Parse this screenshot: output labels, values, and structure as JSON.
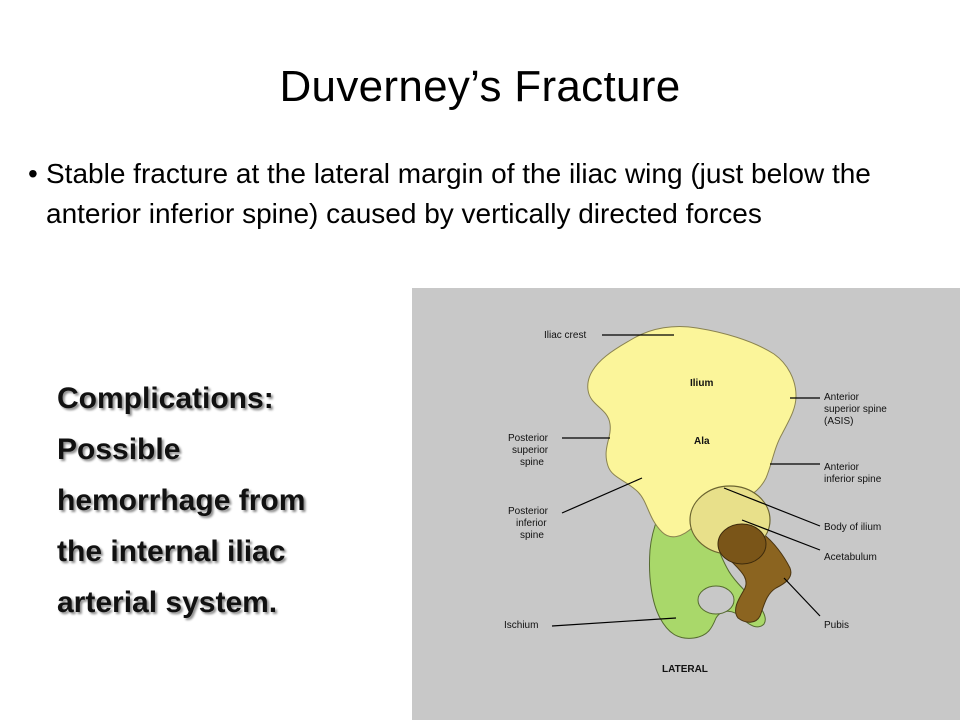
{
  "slide": {
    "title": "Duverney’s Fracture",
    "bullet": "Stable fracture at the lateral margin of the iliac wing (just below the anterior inferior spine) caused by vertically directed forces",
    "complications_lines": [
      "Complications:",
      "Possible",
      "hemorrhage from",
      "the internal iliac",
      "arterial system."
    ]
  },
  "figure": {
    "labels": {
      "iliac_crest": "Iliac crest",
      "ilium": "Ilium",
      "ala": "Ala",
      "asis_1": "Anterior",
      "asis_2": "superior spine",
      "asis_3": "(ASIS)",
      "aiis_1": "Anterior",
      "aiis_2": "inferior spine",
      "psis_1": "Posterior",
      "psis_2": "superior",
      "psis_3": "spine",
      "piis_1": "Posterior",
      "piis_2": "inferior",
      "piis_3": "spine",
      "body_of_ilium": "Body of ilium",
      "acetabulum": "Acetabulum",
      "ischium": "Ischium",
      "pubis": "Pubis",
      "lateral": "LATERAL"
    },
    "colors": {
      "ilium": "#fbf59a",
      "ischium": "#a9d86a",
      "pubis": "#8b6420",
      "background": "#c8c8c8"
    }
  }
}
